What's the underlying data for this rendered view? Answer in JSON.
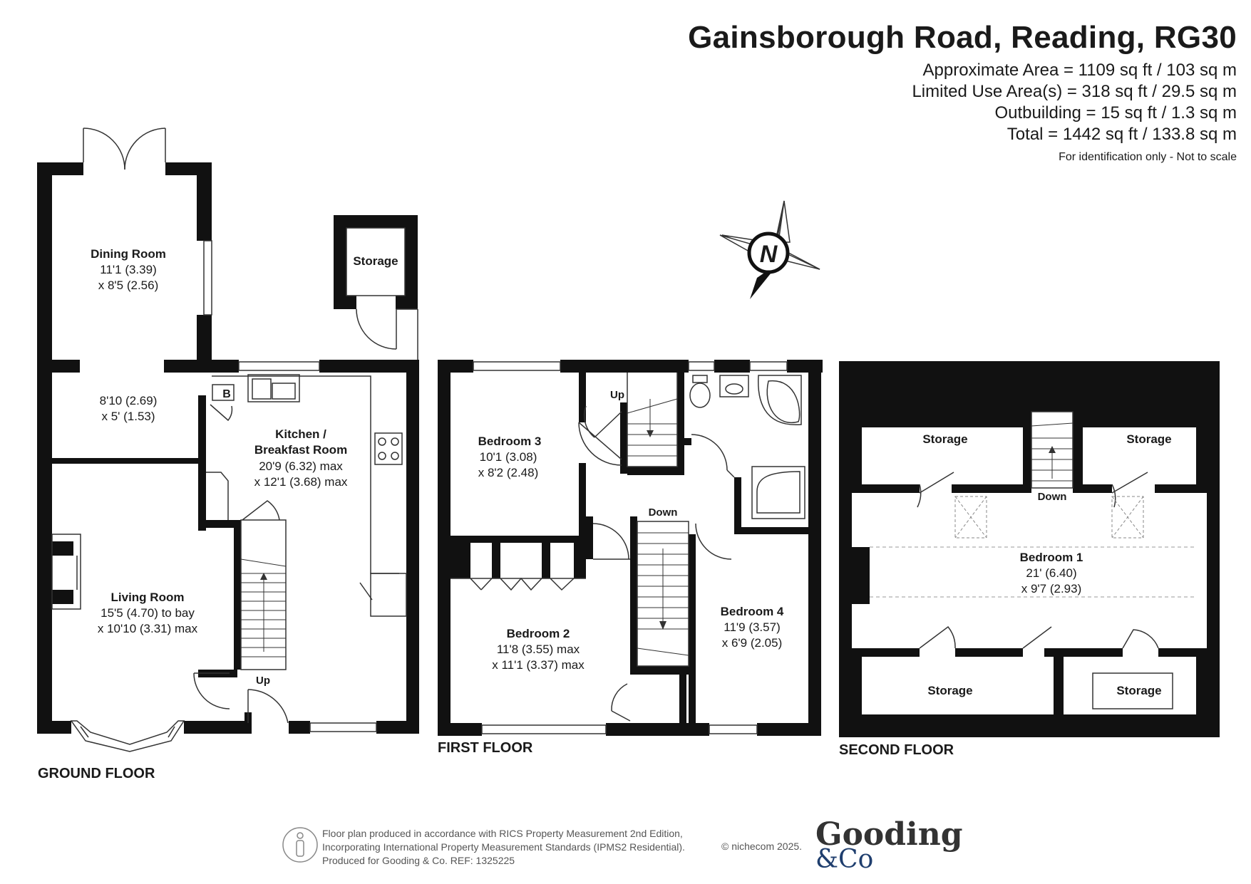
{
  "header": {
    "title": "Gainsborough Road, Reading, RG30",
    "area": "Approximate Area = 1109 sq ft / 103 sq m",
    "limited_use": "Limited Use Area(s) = 318 sq ft / 29.5 sq m",
    "outbuilding": "Outbuilding = 15 sq ft / 1.3 sq m",
    "total": "Total = 1442 sq ft / 133.8 sq m",
    "note": "For identification only - Not to scale"
  },
  "compass": {
    "label": "N"
  },
  "floors": {
    "ground": {
      "label": "GROUND FLOOR",
      "dining": {
        "name": "Dining Room",
        "dim1": "11'1 (3.39)",
        "dim2": "x 8'5 (2.56)"
      },
      "hall": {
        "dim1": "8'10 (2.69)",
        "dim2": "x 5' (1.53)"
      },
      "kitchen": {
        "name1": "Kitchen /",
        "name2": "Breakfast Room",
        "dim1": "20'9 (6.32) max",
        "dim2": "x 12'1 (3.68) max"
      },
      "living": {
        "name": "Living Room",
        "dim1": "15'5 (4.70) to bay",
        "dim2": "x 10'10 (3.31) max"
      },
      "storage": "Storage",
      "boiler": "B",
      "up": "Up"
    },
    "first": {
      "label": "FIRST FLOOR",
      "bed3": {
        "name": "Bedroom 3",
        "dim1": "10'1 (3.08)",
        "dim2": "x 8'2 (2.48)"
      },
      "bed2": {
        "name": "Bedroom 2",
        "dim1": "11'8 (3.55) max",
        "dim2": "x 11'1 (3.37) max"
      },
      "bed4": {
        "name": "Bedroom 4",
        "dim1": "11'9 (3.57)",
        "dim2": "x 6'9 (2.05)"
      },
      "up": "Up",
      "down": "Down"
    },
    "second": {
      "label": "SECOND FLOOR",
      "bed1": {
        "name": "Bedroom 1",
        "dim1": "21' (6.40)",
        "dim2": "x 9'7 (2.93)"
      },
      "storage": "Storage",
      "down": "Down"
    }
  },
  "footer": {
    "line1": "Floor plan produced in accordance with RICS Property Measurement 2nd Edition,",
    "line2": "Incorporating International Property Measurement Standards (IPMS2 Residential).",
    "line3": "Produced for Gooding & Co.   REF: 1325225",
    "copyright": "© nichecom 2025.",
    "brand1": "Gooding",
    "brand2": "&Co"
  },
  "colors": {
    "wall": "#111111",
    "line": "#333333",
    "dash": "#999999",
    "brand_blue": "#1f3e6e"
  }
}
